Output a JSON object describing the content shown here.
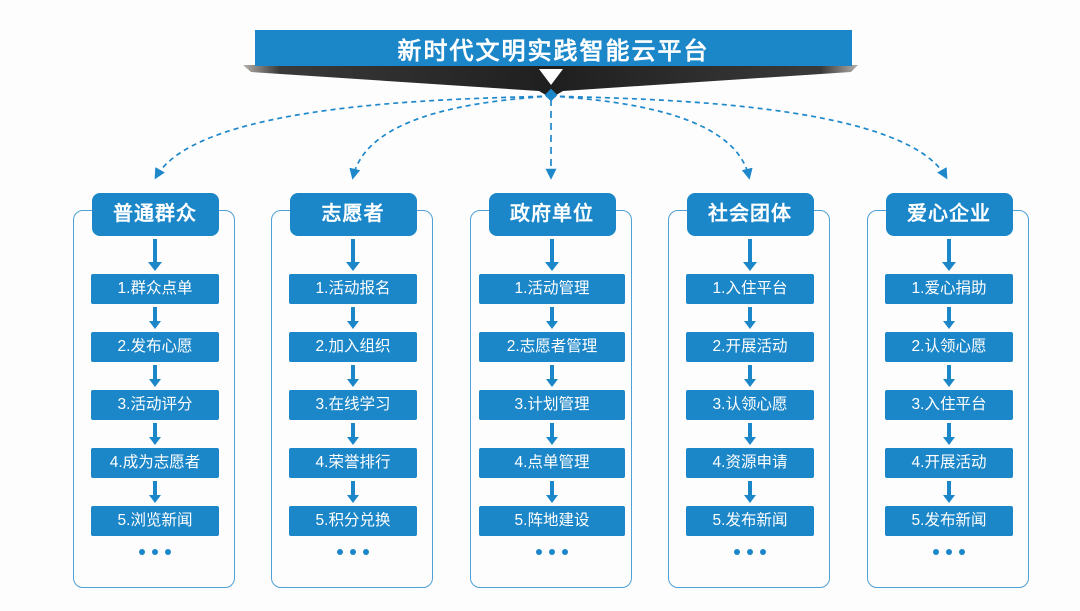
{
  "title": "新时代文明实践智能云平台",
  "colors": {
    "accent_blue": "#1b86c8",
    "connector_blue": "#1e88cb",
    "panel_border_blue": "#4fa0d6",
    "banner_dark": "#2d2d2d",
    "background": "#fdfdfd",
    "text_on_blue": "#ffffff"
  },
  "columns": [
    {
      "title": "普通群众",
      "items": [
        "1.群众点单",
        "2.发布心愿",
        "3.活动评分",
        "4.成为志愿者",
        "5.浏览新闻"
      ]
    },
    {
      "title": "志愿者",
      "items": [
        "1.活动报名",
        "2.加入组织",
        "3.在线学习",
        "4.荣誉排行",
        "5.积分兑换"
      ]
    },
    {
      "title": "政府单位",
      "items": [
        "1.活动管理",
        "2.志愿者管理",
        "3.计划管理",
        "4.点单管理",
        "5.阵地建设"
      ]
    },
    {
      "title": "社会团体",
      "items": [
        "1.入住平台",
        "2.开展活动",
        "3.认领心愿",
        "4.资源申请",
        "5.发布新闻"
      ]
    },
    {
      "title": "爱心企业",
      "items": [
        "1.爱心捐助",
        "2.认领心愿",
        "3.入住平台",
        "4.开展活动",
        "5.发布新闻"
      ]
    }
  ]
}
